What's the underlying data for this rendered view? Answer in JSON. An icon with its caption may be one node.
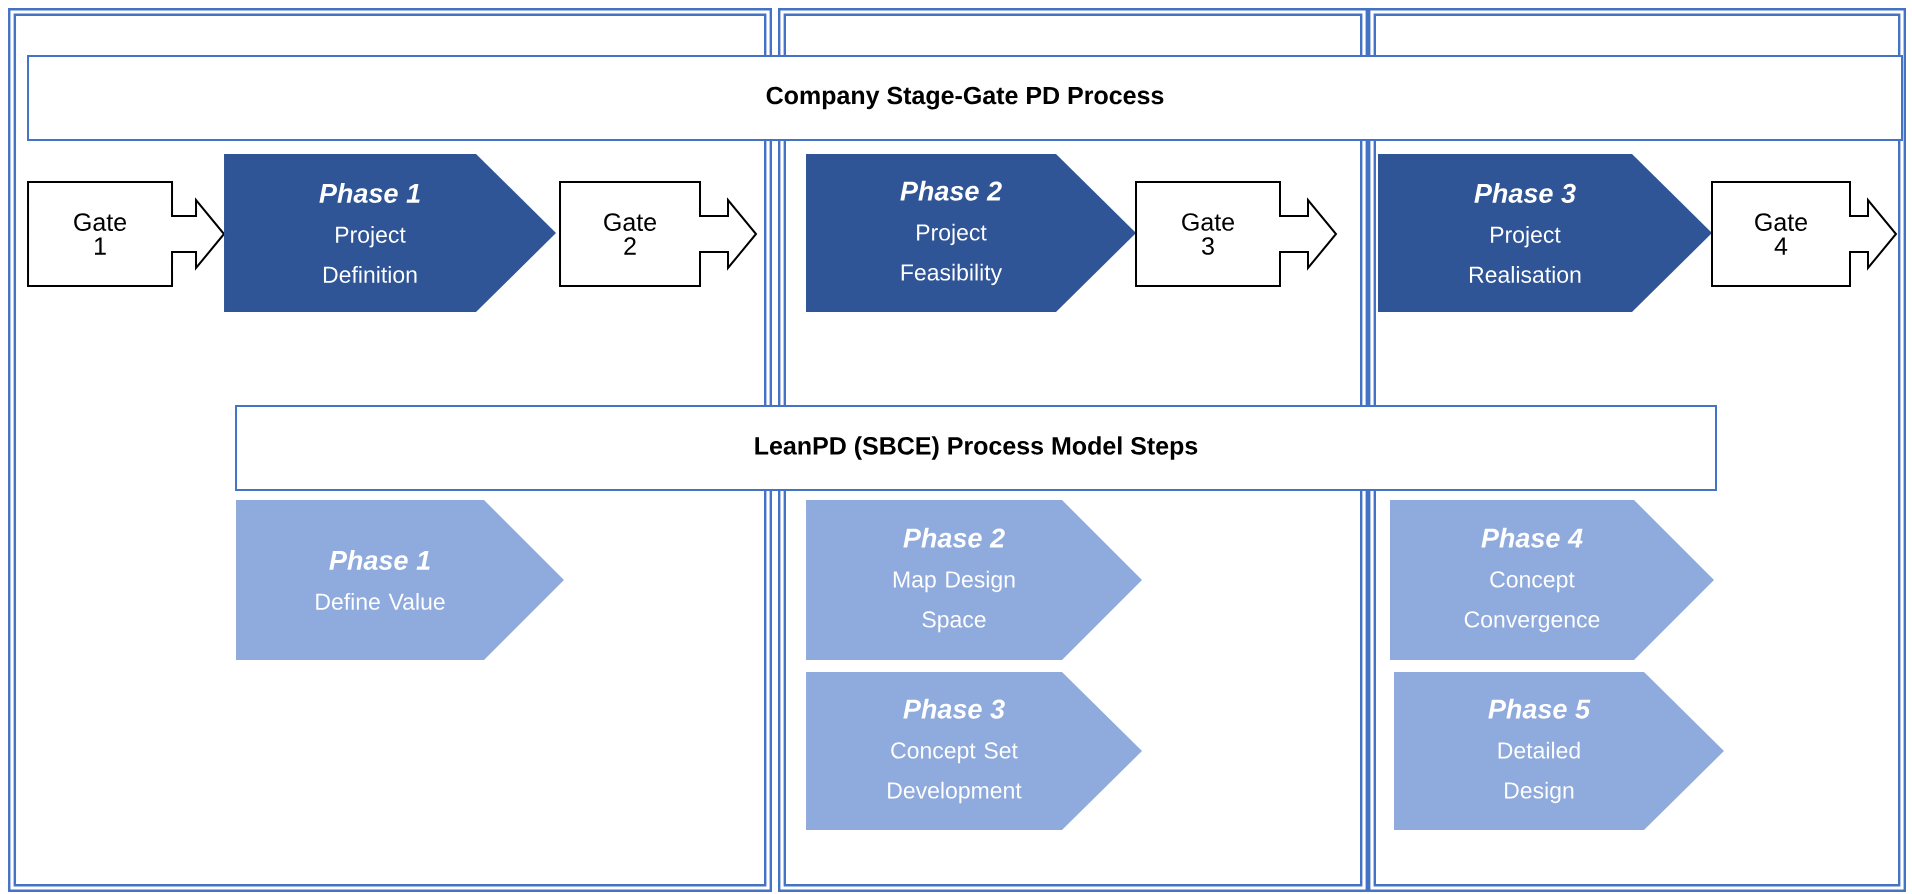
{
  "diagram": {
    "nodes": [
      {
        "text": [],
        "shape": "box"
      },
      {
        "text": [],
        "shape": "box"
      },
      {
        "text": [],
        "shape": "box"
      },
      {
        "text": [
          "Company Stage-Gate PD Process"
        ]
      },
      {
        "text": [
          "Gate 1"
        ],
        "in": 0
      },
      {
        "text": [
          "Phase 1",
          "Project Definition"
        ],
        "in": 0
      },
      {
        "text": [
          "Gate 2"
        ],
        "in": 0
      },
      {
        "text": [
          "Phase 2",
          "Project Feasibility"
        ],
        "in": 1
      },
      {
        "text": [
          "Gate 3"
        ],
        "in": 1
      },
      {
        "text": [
          "Phase 3",
          "Project Realisation"
        ],
        "in": 2
      },
      {
        "text": [
          "Gate 4"
        ],
        "in": 2
      },
      {
        "text": [
          "LeanPD (SBCE) Process Model Steps"
        ]
      },
      {
        "text": [
          "Phase 1",
          "Define Value"
        ],
        "in": 0
      },
      {
        "text": [
          "Phase 2",
          "Map Design Space"
        ],
        "in": 1
      },
      {
        "text": [
          "Phase 4",
          "Concept Convergence"
        ],
        "in": 2
      },
      {
        "text": [
          "Phase 3",
          "Concept Set Development"
        ],
        "in": 1
      },
      {
        "text": [
          "Phase 5",
          "Detailed Design"
        ],
        "in": 2
      }
    ]
  }
}
